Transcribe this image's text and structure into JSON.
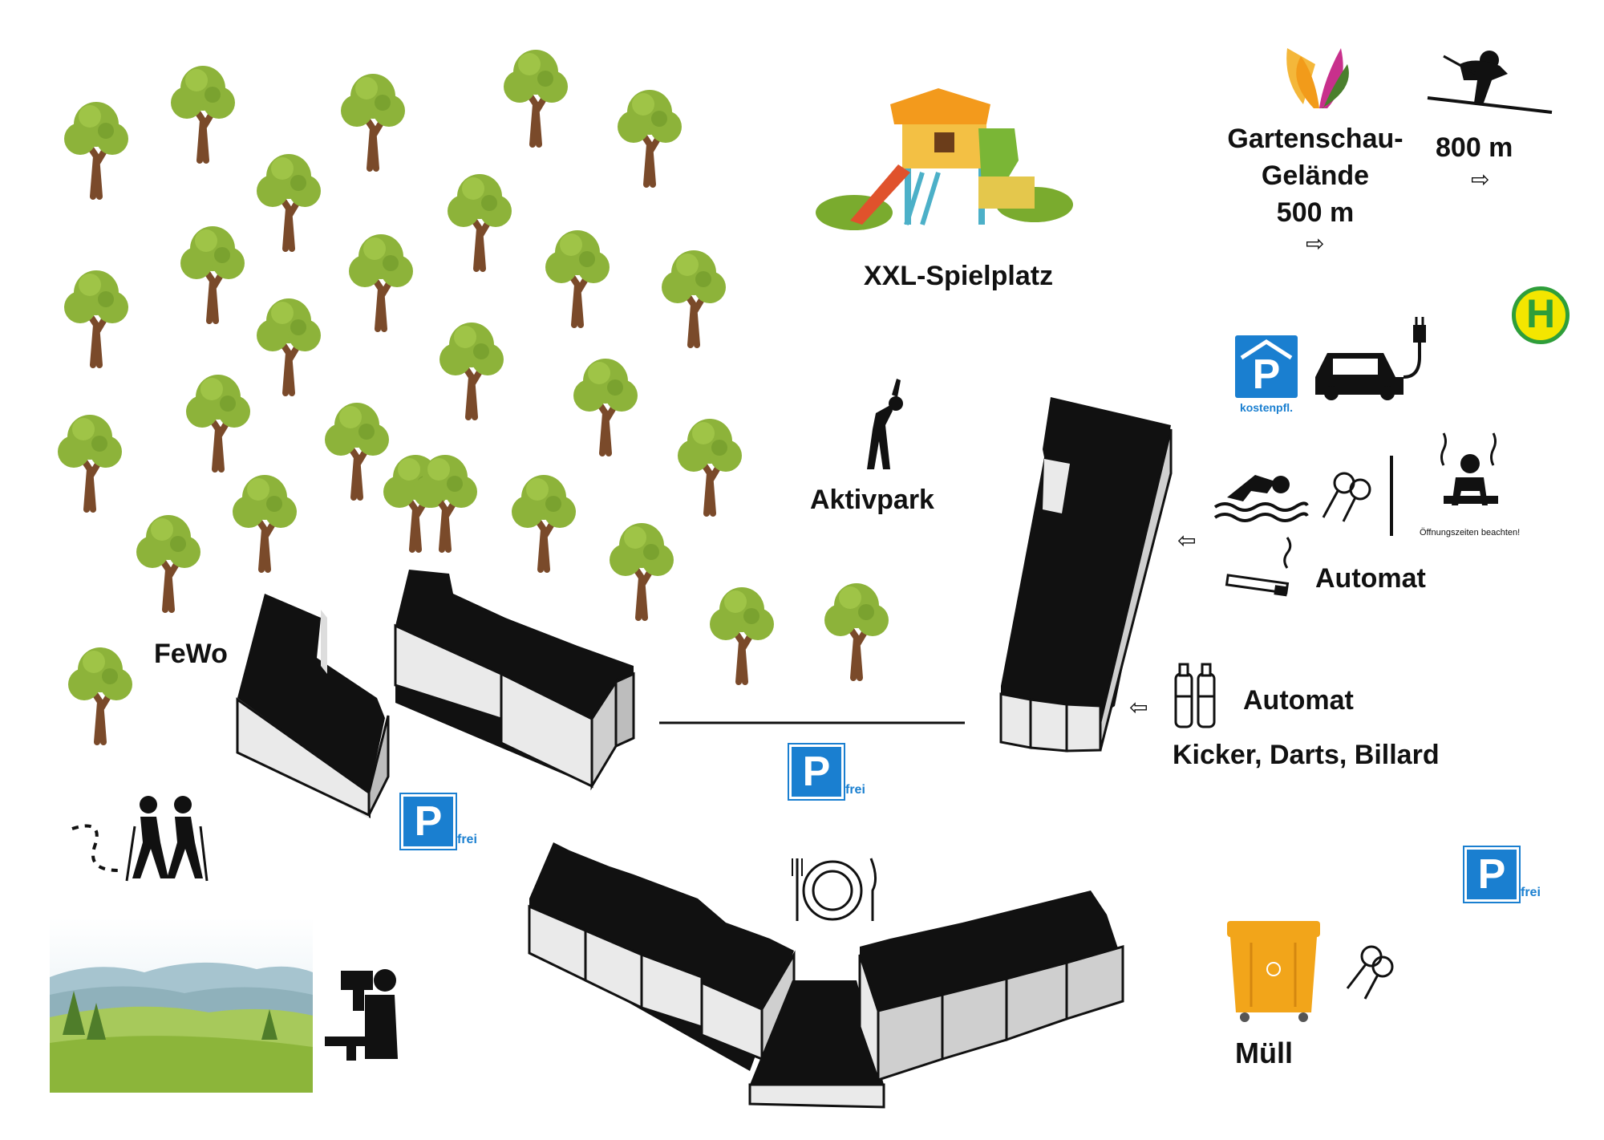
{
  "labels": {
    "spielplatz": "XXL-Spielplatz",
    "gartenschau_1": "Gartenschau-",
    "gartenschau_2": "Gelände",
    "gartenschau_dist": "500 m",
    "ski_dist": "800 m",
    "aktivpark": "Aktivpark",
    "fewo": "FeWo",
    "automat_1": "Automat",
    "automat_2": "Automat",
    "games": "Kicker, Darts, Billard",
    "muell": "Müll",
    "oeffnungszeiten": "Öffnungszeiten beachten!"
  },
  "parking": {
    "garage_caption": "kostenpfl.",
    "free_caption": "frei",
    "p_glyph": "P"
  },
  "bus_stop_glyph": "H",
  "icons": {
    "arrow_right": "⇨",
    "arrow_left": "⇦"
  },
  "colors": {
    "tree_foliage": "#8db33a",
    "tree_trunk": "#7a4a2a",
    "parking_blue": "#1a7fd0",
    "bus_yellow": "#f3e600",
    "bus_green": "#2e9e3a",
    "bin_orange": "#f2a51a"
  }
}
